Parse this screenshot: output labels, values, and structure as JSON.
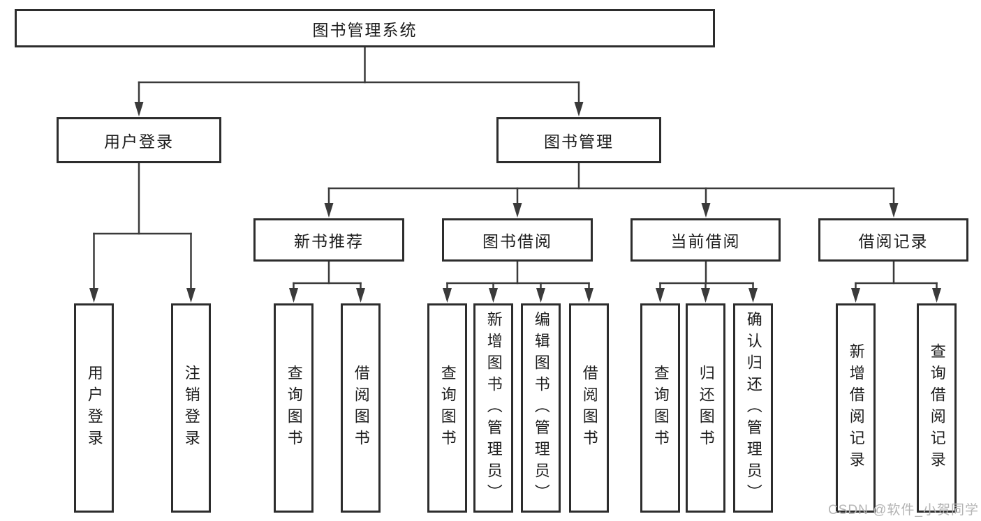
{
  "diagram_title": "图书管理系统",
  "tree": {
    "label": "图书管理系统",
    "children": [
      {
        "label": "用户登录",
        "children": [
          {
            "label": "用户登录"
          },
          {
            "label": "注销登录"
          }
        ]
      },
      {
        "label": "图书管理",
        "children": [
          {
            "label": "新书推荐",
            "children": [
              {
                "label": "查询图书"
              },
              {
                "label": "借阅图书"
              }
            ]
          },
          {
            "label": "图书借阅",
            "children": [
              {
                "label": "查询图书"
              },
              {
                "label": "新增图书（管理员）"
              },
              {
                "label": "编辑图书（管理员）"
              },
              {
                "label": "借阅图书"
              }
            ]
          },
          {
            "label": "当前借阅",
            "children": [
              {
                "label": "查询图书"
              },
              {
                "label": "归还图书"
              },
              {
                "label": "确认归还（管理员）"
              }
            ]
          },
          {
            "label": "借阅记录",
            "children": [
              {
                "label": "新增借阅记录"
              },
              {
                "label": "查询借阅记录"
              }
            ]
          }
        ]
      }
    ]
  },
  "watermark": {
    "text": "CSDN @软件_小贺同学"
  },
  "colors": {
    "background": "#ffffff",
    "line": "#3a3a3a",
    "box_border": "#2d2d2d",
    "text": "#1d1d1d",
    "watermark": "#b4b4b4"
  }
}
